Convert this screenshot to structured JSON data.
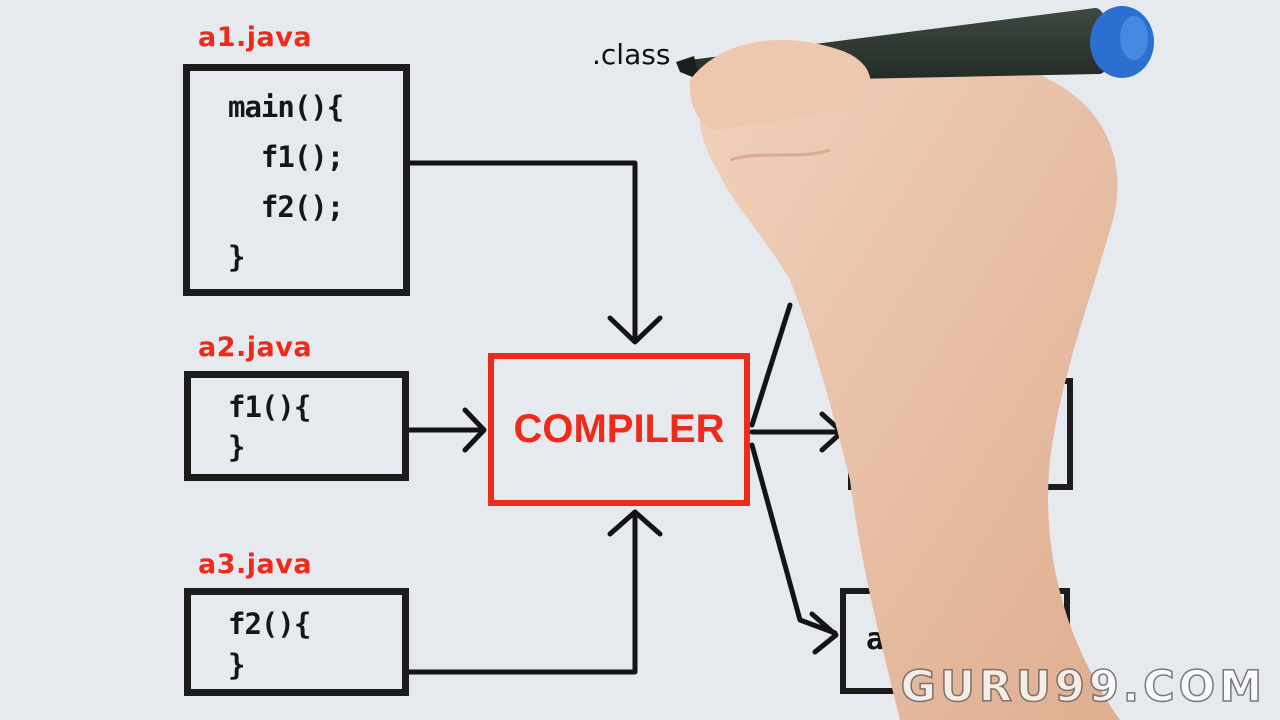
{
  "files": [
    {
      "name": "a1.java",
      "lines": [
        "main(){",
        "  f1();",
        "  f2();",
        "}"
      ]
    },
    {
      "name": "a2.java",
      "lines": [
        "f1(){",
        "}"
      ]
    },
    {
      "name": "a3.java",
      "lines": [
        "f2(){",
        "}"
      ]
    }
  ],
  "compiler": {
    "label": "COMPILER"
  },
  "output_note": ".class",
  "output_partial": "a3",
  "watermark": "GURU99.COM",
  "colors": {
    "accent": "#ee2a1b",
    "ink": "#1c1c1c",
    "background": "#e6e9ee",
    "marker": "#2f3a33",
    "marker_cap": "#2b6fd1",
    "hand": "#e9c3a8"
  }
}
